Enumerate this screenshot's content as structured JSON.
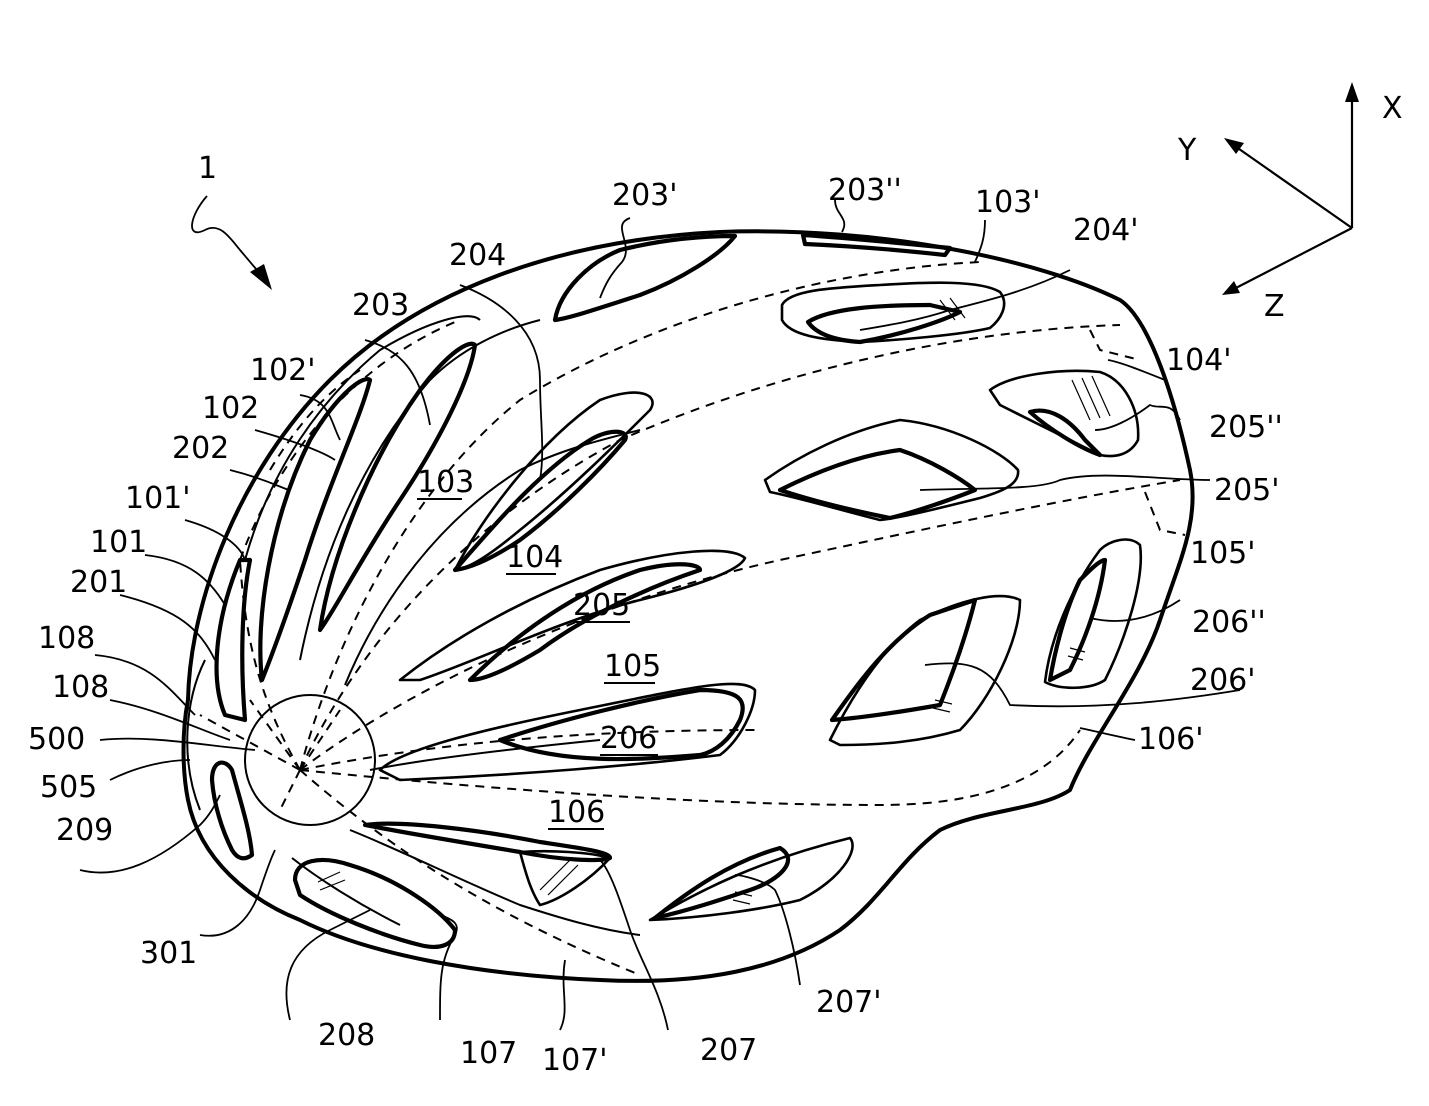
{
  "figure": {
    "reference": "1",
    "axes": {
      "x": "X",
      "y": "Y",
      "z": "Z"
    },
    "labels": {
      "l203p": "203'",
      "l203pp": "203''",
      "l103p": "103'",
      "l204p": "204'",
      "l204": "204",
      "l203": "203",
      "l104p": "104'",
      "l102p": "102'",
      "l102": "102",
      "l205pp": "205''",
      "l202": "202",
      "l103": "103",
      "l205p": "205'",
      "l101p": "101'",
      "l101": "101",
      "l104": "104",
      "l105p": "105'",
      "l201": "201",
      "l205": "205",
      "l206pp": "206''",
      "l108a": "108",
      "l105": "105",
      "l206p": "206'",
      "l108b": "108",
      "l500": "500",
      "l206": "206",
      "l106p": "106'",
      "l505": "505",
      "l209": "209",
      "l106": "106",
      "l301": "301",
      "l207p": "207'",
      "l208": "208",
      "l107": "107",
      "l107p": "107'",
      "l207": "207"
    }
  }
}
